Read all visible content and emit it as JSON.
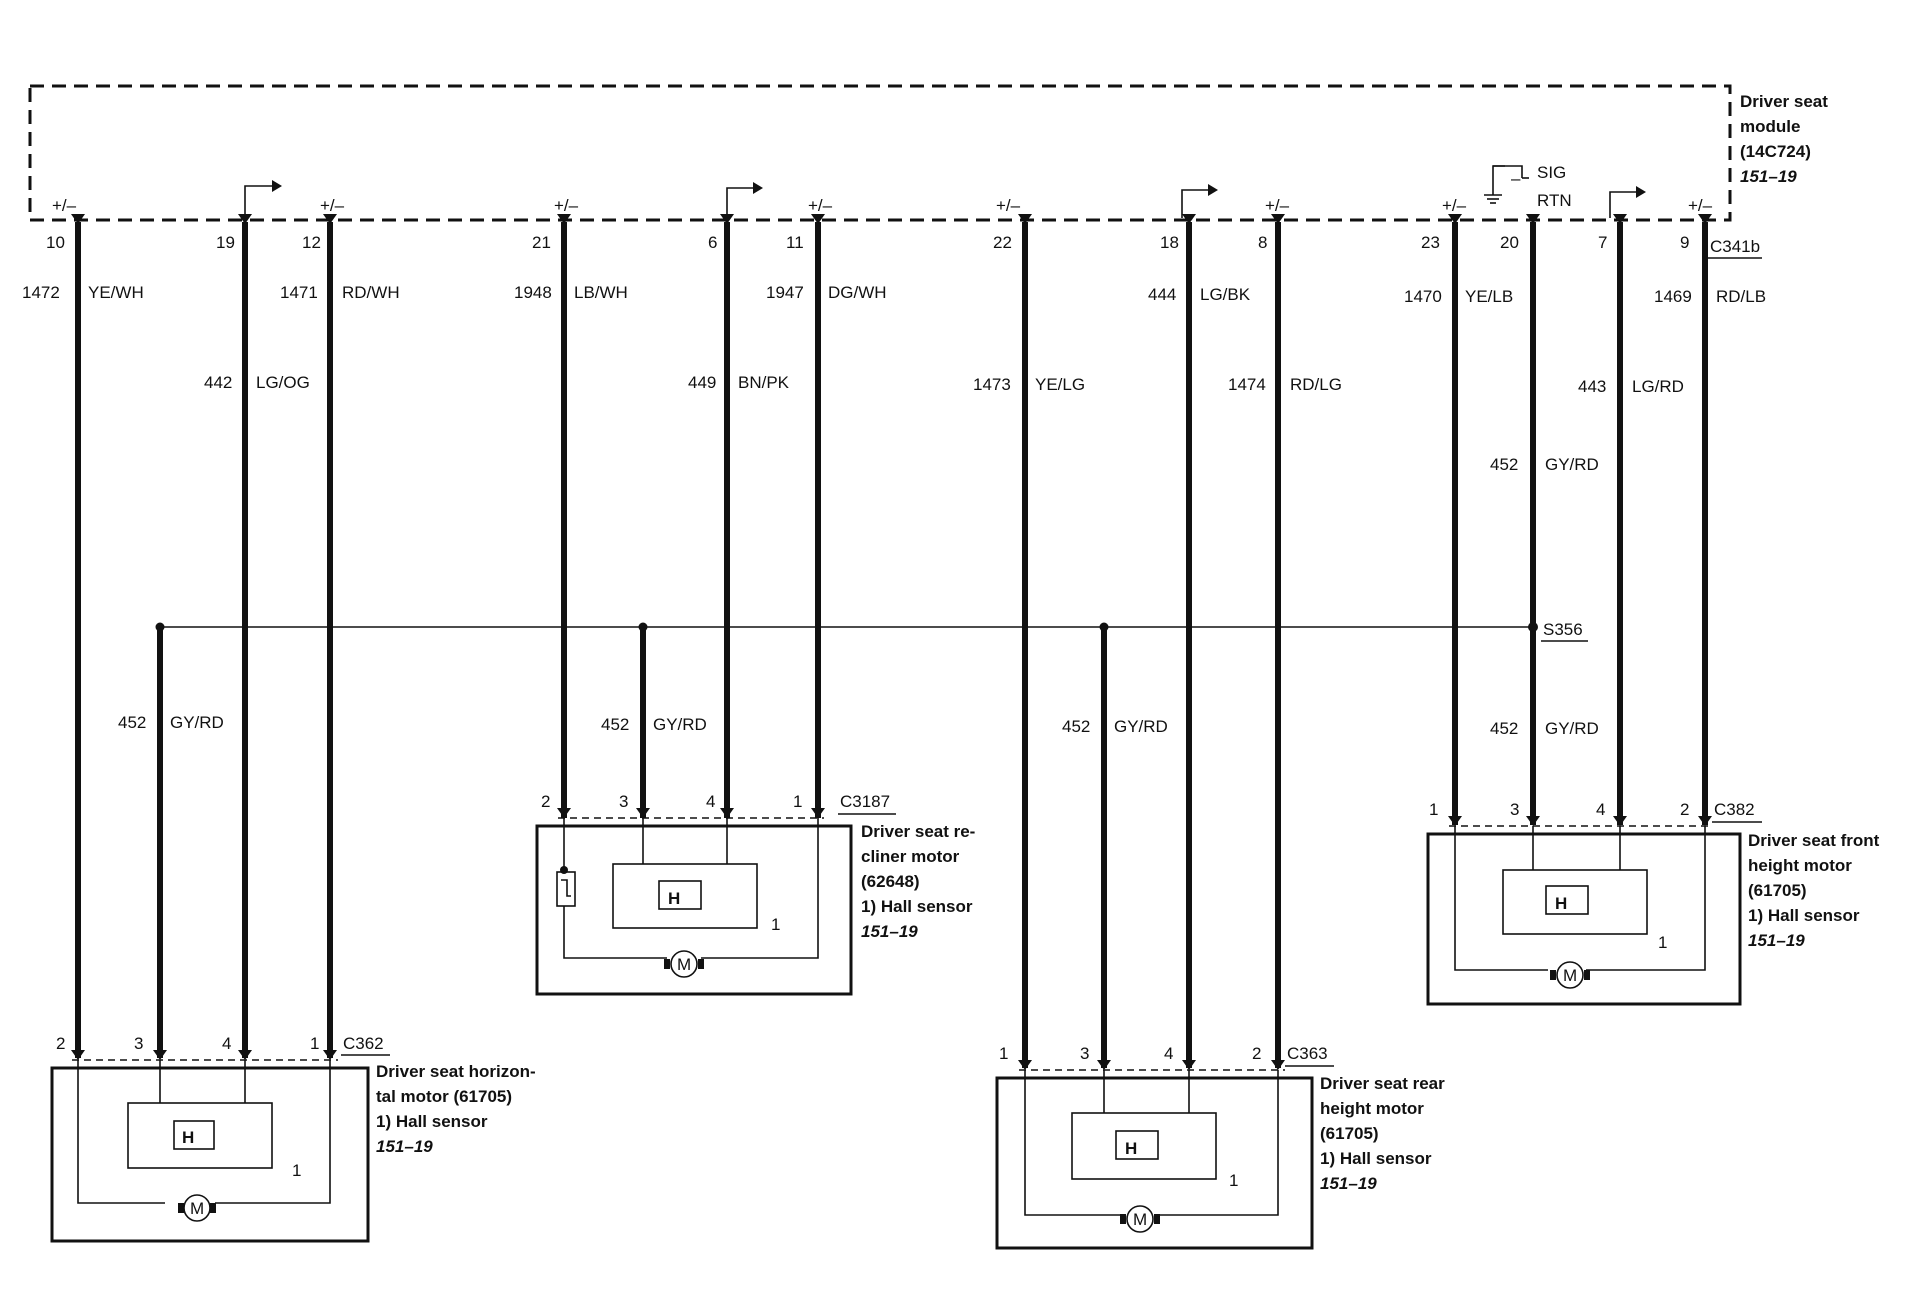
{
  "module": {
    "name_lines": [
      "Driver seat",
      "module",
      "(14C724)"
    ],
    "ref": "151–19",
    "connector": "C341b",
    "sig_label": "SIG",
    "rtn_label": "RTN"
  },
  "pin_markers": {
    "pos_neg": "+/–",
    "ground": "–"
  },
  "module_pins": [
    {
      "pin": "10",
      "circuit": "1472",
      "color": "YE/WH"
    },
    {
      "pin": "19",
      "circuit": "442",
      "color": "LG/OG"
    },
    {
      "pin": "12",
      "circuit": "1471",
      "color": "RD/WH"
    },
    {
      "pin": "21",
      "circuit": "1948",
      "color": "LB/WH"
    },
    {
      "pin": "6",
      "circuit": "449",
      "color": "BN/PK"
    },
    {
      "pin": "11",
      "circuit": "1947",
      "color": "DG/WH"
    },
    {
      "pin": "22",
      "circuit": "1473",
      "color": "YE/LG"
    },
    {
      "pin": "18",
      "circuit": "444",
      "color": "LG/BK"
    },
    {
      "pin": "8",
      "circuit": "1474",
      "color": "RD/LG"
    },
    {
      "pin": "23",
      "circuit": "1470",
      "color": "YE/LB"
    },
    {
      "pin": "20",
      "circuit": "452",
      "color": "GY/RD"
    },
    {
      "pin": "7",
      "circuit": "443",
      "color": "LG/RD"
    },
    {
      "pin": "9",
      "circuit": "1469",
      "color": "RD/LB"
    }
  ],
  "splice": {
    "name": "S356",
    "branch_circuit": "452",
    "branch_color": "GY/RD"
  },
  "motors": [
    {
      "id": "horizontal",
      "connector": "C362",
      "name_lines": [
        "Driver seat horizon-",
        "tal motor (61705)",
        "1)   Hall sensor"
      ],
      "ref": "151–19",
      "pins": [
        "2",
        "3",
        "4",
        "1"
      ],
      "sensor_glyph": "H",
      "motor_glyph": "M",
      "footnote": "1"
    },
    {
      "id": "recliner",
      "connector": "C3187",
      "name_lines": [
        "Driver seat re-",
        "cliner motor",
        "(62648)",
        "1)   Hall sensor"
      ],
      "ref": "151–19",
      "pins": [
        "2",
        "3",
        "4",
        "1"
      ],
      "sensor_glyph": "H",
      "motor_glyph": "M",
      "footnote": "1"
    },
    {
      "id": "rear-height",
      "connector": "C363",
      "name_lines": [
        "Driver seat rear",
        "height motor",
        "(61705)",
        "1)   Hall sensor"
      ],
      "ref": "151–19",
      "pins": [
        "1",
        "3",
        "4",
        "2"
      ],
      "sensor_glyph": "H",
      "motor_glyph": "M",
      "footnote": "1"
    },
    {
      "id": "front-height",
      "connector": "C382",
      "name_lines": [
        "Driver seat front",
        "height motor",
        "(61705)",
        "1)   Hall sensor"
      ],
      "ref": "151–19",
      "pins": [
        "1",
        "3",
        "4",
        "2"
      ],
      "sensor_glyph": "H",
      "motor_glyph": "M",
      "footnote": "1"
    }
  ]
}
